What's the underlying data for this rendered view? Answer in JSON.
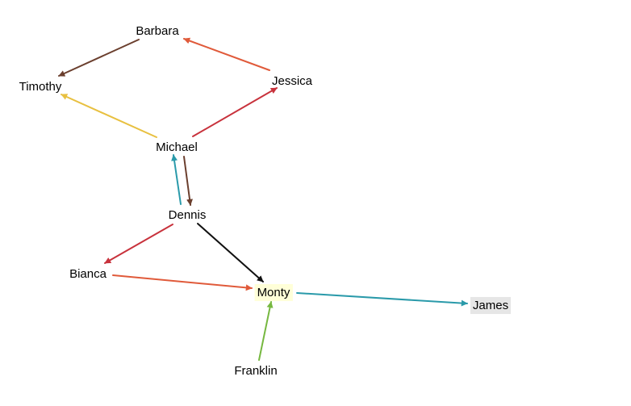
{
  "nodes": [
    {
      "id": "barbara",
      "label": "Barbara",
      "highlight": null
    },
    {
      "id": "timothy",
      "label": "Timothy",
      "highlight": null
    },
    {
      "id": "jessica",
      "label": "Jessica",
      "highlight": null
    },
    {
      "id": "michael",
      "label": "Michael",
      "highlight": null
    },
    {
      "id": "dennis",
      "label": "Dennis",
      "highlight": null
    },
    {
      "id": "bianca",
      "label": "Bianca",
      "highlight": null
    },
    {
      "id": "monty",
      "label": "Monty",
      "highlight": "#ffffd8"
    },
    {
      "id": "james",
      "label": "James",
      "highlight": "#e6e6e6"
    },
    {
      "id": "franklin",
      "label": "Franklin",
      "highlight": null
    }
  ],
  "edges": [
    {
      "from": "jessica",
      "to": "barbara",
      "color": "#e05a3a"
    },
    {
      "from": "barbara",
      "to": "timothy",
      "color": "#6b3f2e"
    },
    {
      "from": "michael",
      "to": "timothy",
      "color": "#e8c040"
    },
    {
      "from": "michael",
      "to": "jessica",
      "color": "#c8323c"
    },
    {
      "from": "dennis",
      "to": "michael",
      "color": "#2a9aaa"
    },
    {
      "from": "michael",
      "to": "dennis",
      "color": "#6b3f2e"
    },
    {
      "from": "dennis",
      "to": "bianca",
      "color": "#c8323c"
    },
    {
      "from": "dennis",
      "to": "monty",
      "color": "#111111"
    },
    {
      "from": "bianca",
      "to": "monty",
      "color": "#e05a3a"
    },
    {
      "from": "monty",
      "to": "james",
      "color": "#2a9aaa"
    },
    {
      "from": "franklin",
      "to": "monty",
      "color": "#76b840"
    }
  ]
}
